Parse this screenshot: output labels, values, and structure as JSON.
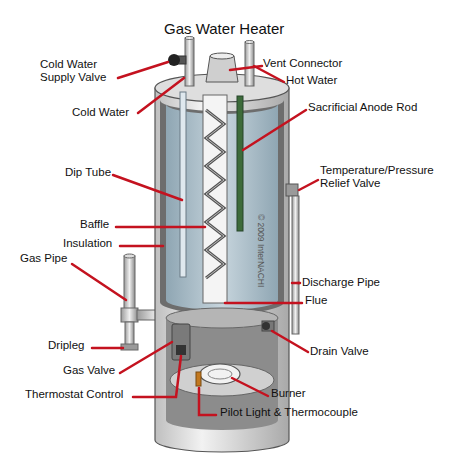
{
  "diagram": {
    "title": "Gas Water Heater",
    "labels": [
      "Cold Water Supply Valve",
      "Vent Connector",
      "Cold Water",
      "Hot Water",
      "Sacrificial Anode Rod",
      "Dip Tube",
      "Temperature/Pressure Relief Valve",
      "Baffle",
      "Insulation",
      "Gas Pipe",
      "Discharge Pipe",
      "Flue",
      "Dripleg",
      "Drain Valve",
      "Gas Valve",
      "Thermostat Control",
      "Burner",
      "Pilot Light & Thermocouple",
      "© 2009 InterNACHI"
    ]
  }
}
